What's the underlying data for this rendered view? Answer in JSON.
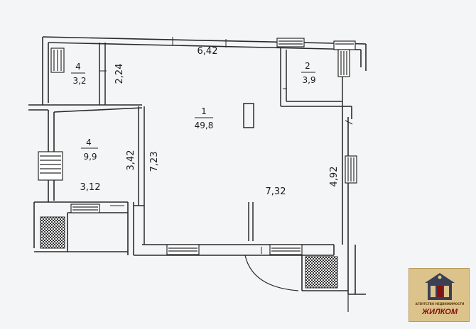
{
  "plan": {
    "rooms": [
      {
        "number": "1",
        "area": "49,8"
      },
      {
        "number": "2",
        "area": "3,9"
      },
      {
        "number": "4",
        "area": "3,2"
      },
      {
        "number": "4",
        "area": "9,9"
      }
    ],
    "dimensions": [
      "6,42",
      "2,24",
      "3,42",
      "7,23",
      "3,12",
      "7,32",
      "4,92"
    ]
  },
  "logo": {
    "tagline": "АГЕНТСТВО НЕДВИЖИМОСТИ",
    "name": "ЖИЛКОМ",
    "colors": {
      "background": "#dcc38c",
      "name": "#8a1010",
      "emblem": "#3a3f55"
    }
  },
  "colors": {
    "wall": "#2a2a2a",
    "hatch": "#3a3a3a",
    "paper": "#f4f5f7"
  }
}
